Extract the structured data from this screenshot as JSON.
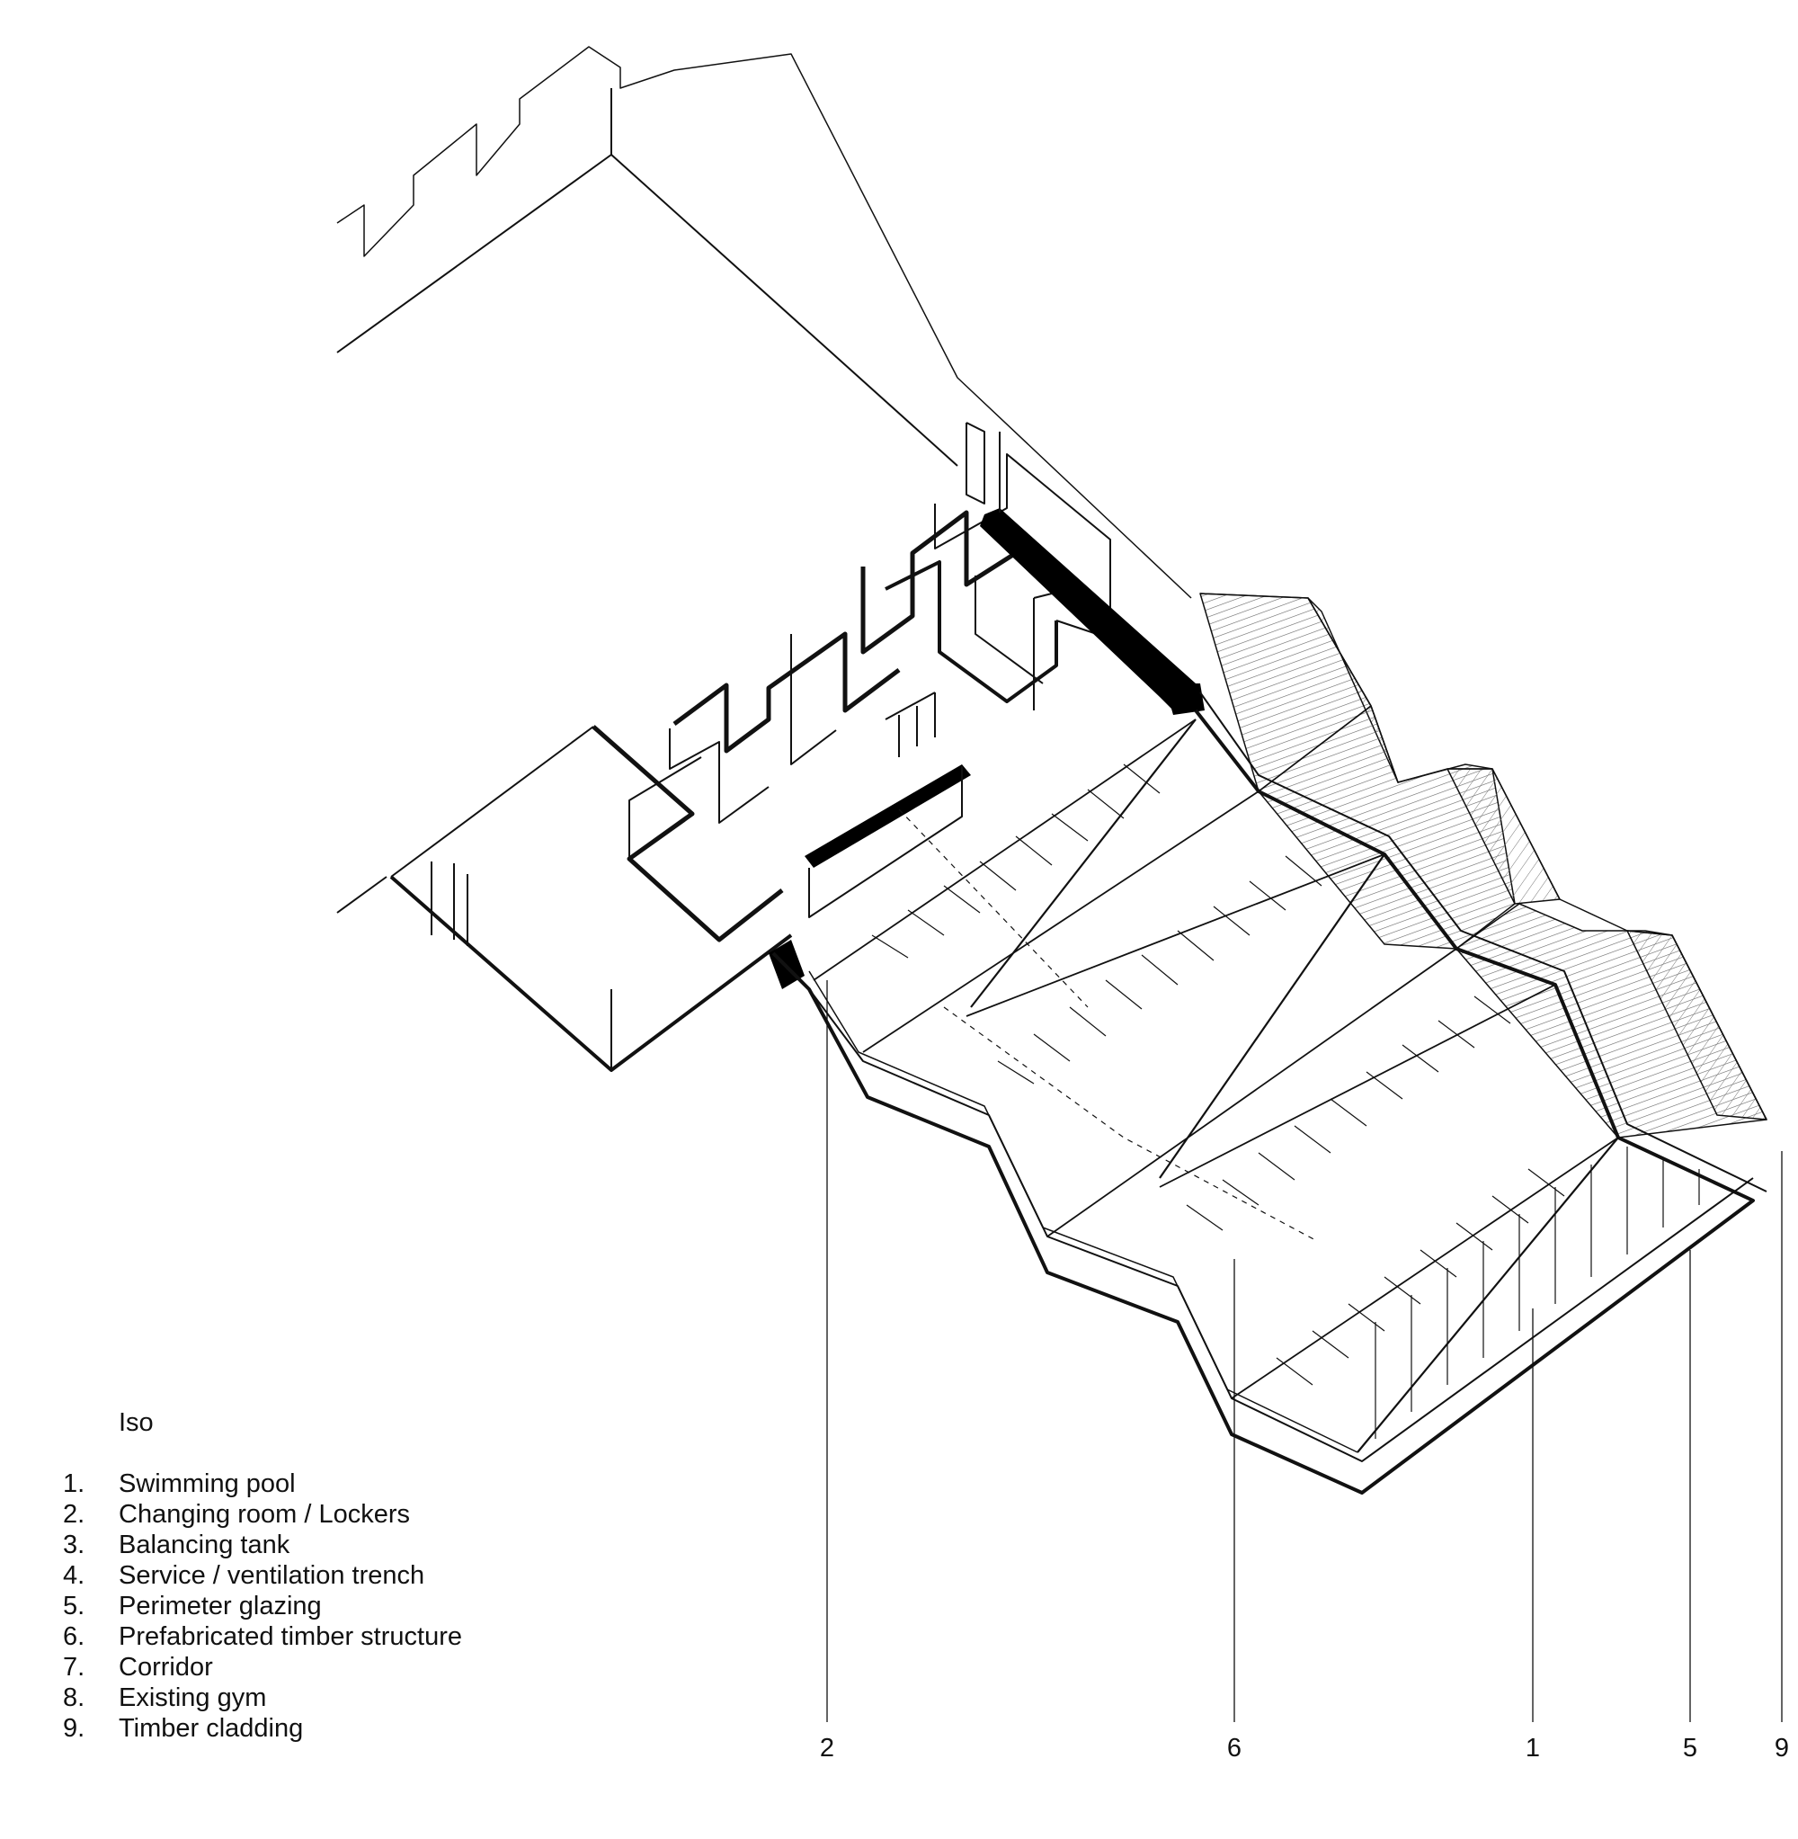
{
  "title": "Iso",
  "legend": [
    {
      "num": "1.",
      "label": "Swimming pool"
    },
    {
      "num": "2.",
      "label": "Changing room / Lockers"
    },
    {
      "num": "3.",
      "label": "Balancing tank"
    },
    {
      "num": "4.",
      "label": "Service / ventilation trench"
    },
    {
      "num": "5.",
      "label": "Perimeter glazing"
    },
    {
      "num": "6.",
      "label": "Prefabricated timber structure"
    },
    {
      "num": "7.",
      "label": "Corridor"
    },
    {
      "num": "8.",
      "label": "Existing gym"
    },
    {
      "num": "9.",
      "label": "Timber cladding"
    }
  ],
  "callouts": {
    "c2": "2",
    "c6": "6",
    "c1": "1",
    "c5": "5",
    "c9": "9"
  },
  "colors": {
    "line": "#111111",
    "wall_cut": "#000000",
    "background": "#ffffff"
  }
}
